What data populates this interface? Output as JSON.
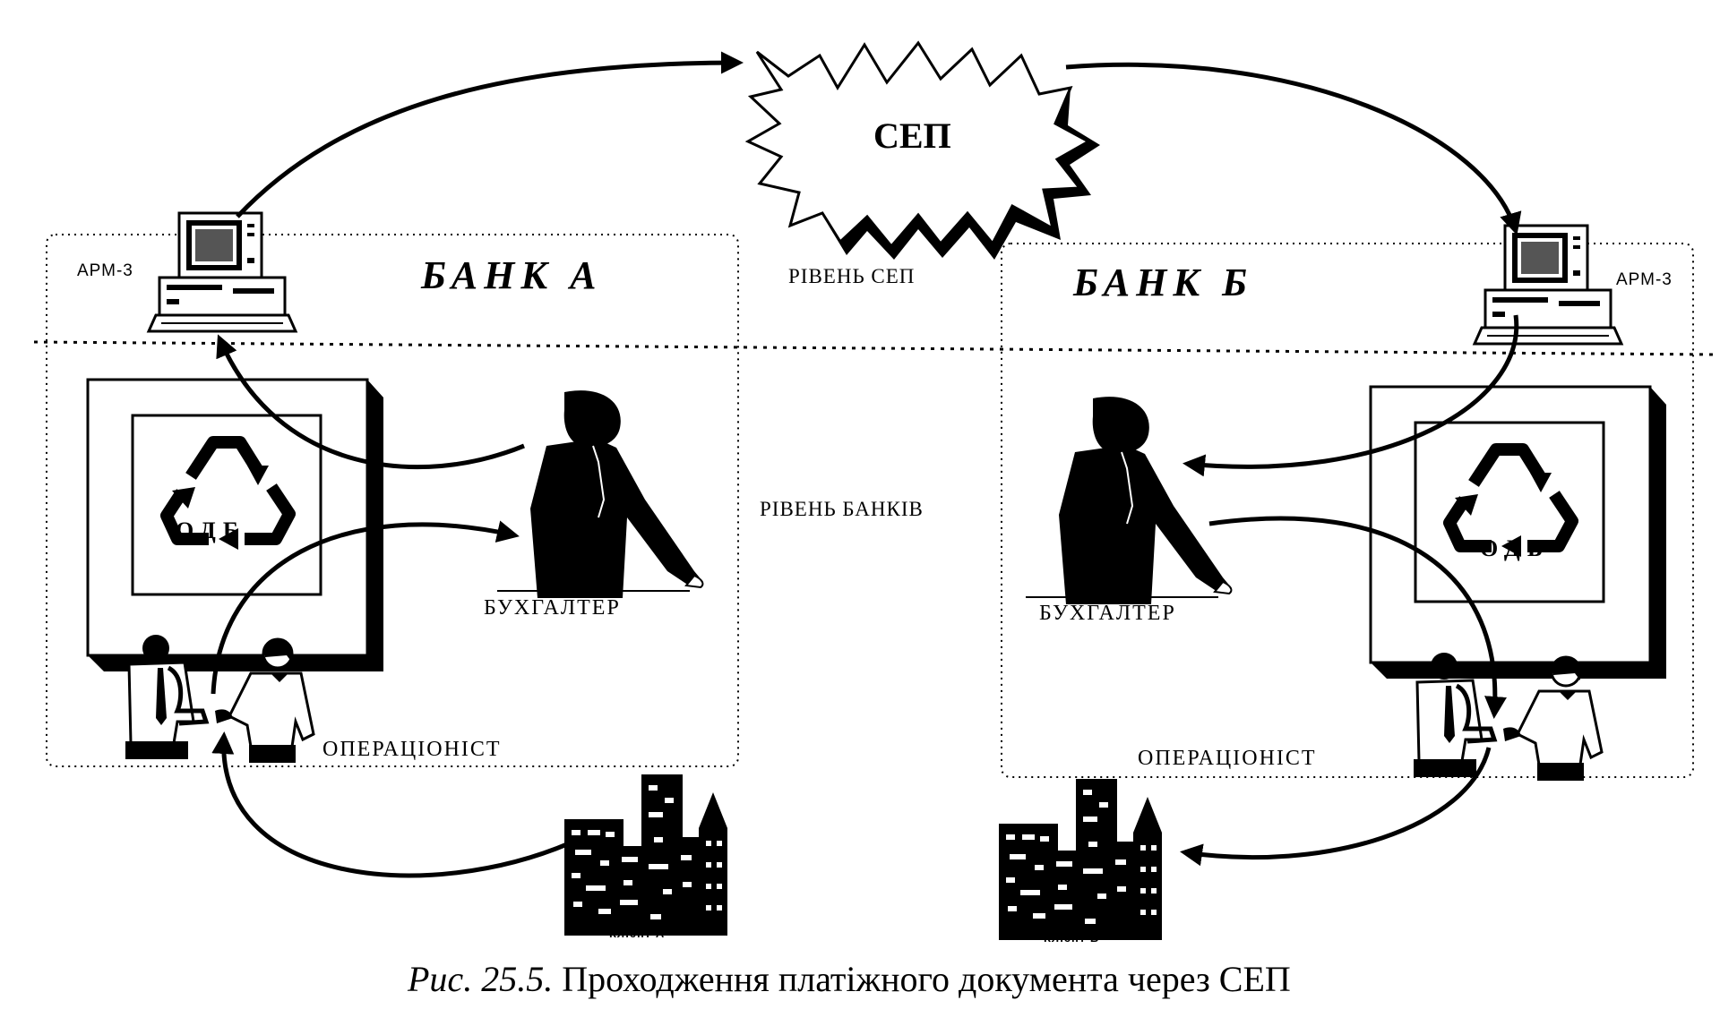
{
  "levels": {
    "sep_level": "РІВЕНЬ СЕП",
    "banks_level": "РІВЕНЬ БАНКІВ"
  },
  "sep_cloud": {
    "label": "СЕП"
  },
  "bank_a": {
    "title": "БАНК  А",
    "arm_label": "АРМ-3",
    "odb_label": "ОДБ",
    "accountant_label": "БУХГАЛТЕР",
    "operator_label": "ОПЕРАЦІОНІСТ",
    "client_label": "Клієнт А"
  },
  "bank_b": {
    "title": "БАНК  Б",
    "arm_label": "АРМ-3",
    "odb_label": "ОДБ",
    "accountant_label": "БУХГАЛТЕР",
    "operator_label": "ОПЕРАЦІОНІСТ",
    "client_label": "Клієнт Б"
  },
  "caption": {
    "prefix": "Рис. 25.5.",
    "text": " Проходження платіжного документа через СЕП"
  },
  "icons": [
    "computer-icon",
    "recycle-icon",
    "person-icon",
    "people-icon",
    "city-icon",
    "cloud-icon"
  ]
}
